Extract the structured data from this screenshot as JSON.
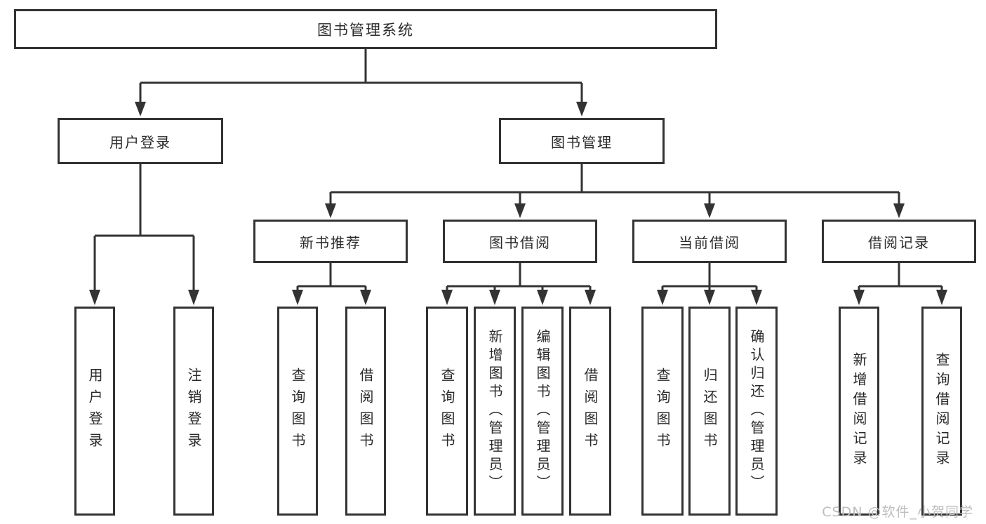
{
  "colors": {
    "line": "#333333",
    "text": "#2a2a2a",
    "background": "#ffffff",
    "watermark": "#bdbdbd"
  },
  "watermark": {
    "text": "CSDN @软件_小贺同学"
  },
  "tree": {
    "label": "图书管理系统",
    "children": [
      {
        "label": "用户登录",
        "children": [
          {
            "label": "用户登录"
          },
          {
            "label": "注销登录"
          }
        ]
      },
      {
        "label": "图书管理",
        "children": [
          {
            "label": "新书推荐",
            "children": [
              {
                "label": "查询图书"
              },
              {
                "label": "借阅图书"
              }
            ]
          },
          {
            "label": "图书借阅",
            "children": [
              {
                "label": "查询图书"
              },
              {
                "label": "新增图书（管理员）"
              },
              {
                "label": "编辑图书（管理员）"
              },
              {
                "label": "借阅图书"
              }
            ]
          },
          {
            "label": "当前借阅",
            "children": [
              {
                "label": "查询图书"
              },
              {
                "label": "归还图书"
              },
              {
                "label": "确认归还（管理员）"
              }
            ]
          },
          {
            "label": "借阅记录",
            "children": [
              {
                "label": "新增借阅记录"
              },
              {
                "label": "查询借阅记录"
              }
            ]
          }
        ]
      }
    ]
  }
}
